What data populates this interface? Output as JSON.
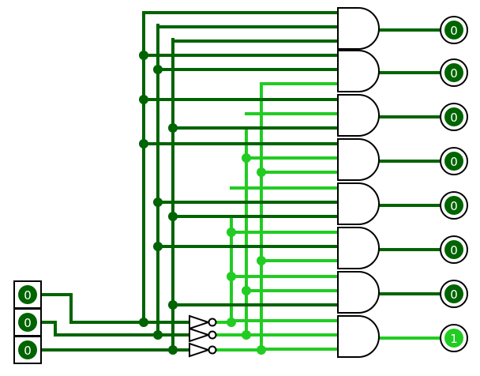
{
  "circuit": {
    "colors": {
      "low": "#006400",
      "high": "#22cc22",
      "outline": "#000000",
      "background": "#ffffff"
    },
    "inputs": [
      {
        "label": "0"
      },
      {
        "label": "0"
      },
      {
        "label": "0"
      }
    ],
    "outputs": [
      {
        "label": "0"
      },
      {
        "label": "0"
      },
      {
        "label": "0"
      },
      {
        "label": "0"
      },
      {
        "label": "0"
      },
      {
        "label": "0"
      },
      {
        "label": "0"
      },
      {
        "label": "1"
      }
    ]
  }
}
